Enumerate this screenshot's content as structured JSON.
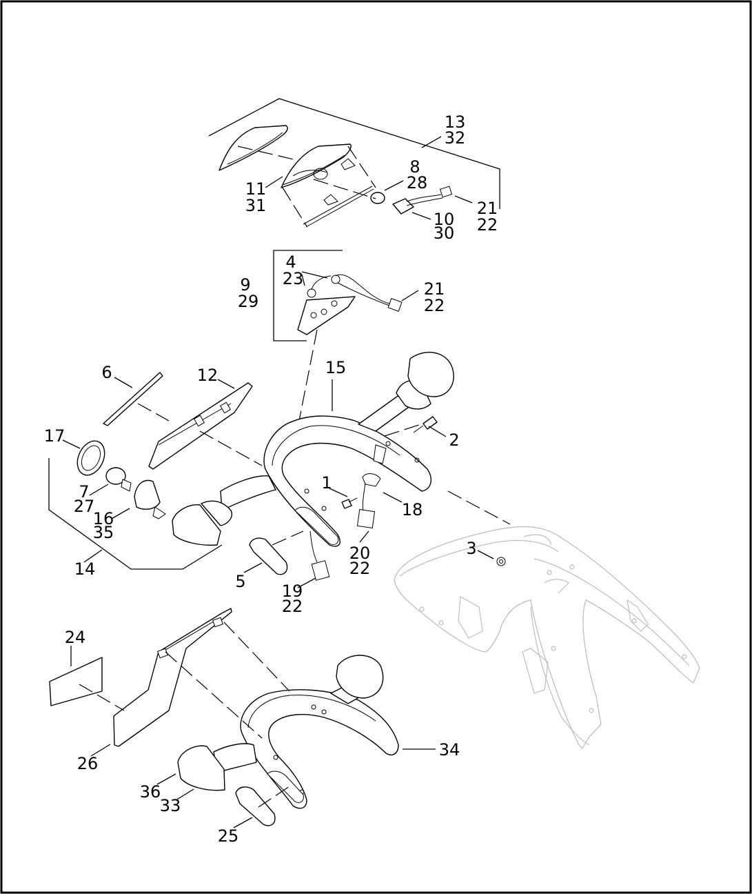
{
  "diagram": {
    "callouts": [
      {
        "id": "c-13-32",
        "lines": [
          "13",
          "32"
        ]
      },
      {
        "id": "c-8-28",
        "lines": [
          "8",
          "28"
        ]
      },
      {
        "id": "c-11-31",
        "lines": [
          "11",
          "31"
        ]
      },
      {
        "id": "c-21-22-top",
        "lines": [
          "21",
          "22"
        ]
      },
      {
        "id": "c-10-30",
        "lines": [
          "10",
          "30"
        ]
      },
      {
        "id": "c-4-23",
        "lines": [
          "4",
          "23"
        ]
      },
      {
        "id": "c-9-29",
        "lines": [
          "9",
          "29"
        ]
      },
      {
        "id": "c-21-22-mid",
        "lines": [
          "21",
          "22"
        ]
      },
      {
        "id": "c-6",
        "lines": [
          "6"
        ]
      },
      {
        "id": "c-12",
        "lines": [
          "12"
        ]
      },
      {
        "id": "c-15",
        "lines": [
          "15"
        ]
      },
      {
        "id": "c-17",
        "lines": [
          "17"
        ]
      },
      {
        "id": "c-2",
        "lines": [
          "2"
        ]
      },
      {
        "id": "c-1",
        "lines": [
          "1"
        ]
      },
      {
        "id": "c-7-27",
        "lines": [
          "7",
          "27"
        ]
      },
      {
        "id": "c-18",
        "lines": [
          "18"
        ]
      },
      {
        "id": "c-16-35",
        "lines": [
          "16",
          "35"
        ]
      },
      {
        "id": "c-3",
        "lines": [
          "3"
        ]
      },
      {
        "id": "c-20-22",
        "lines": [
          "20",
          "22"
        ]
      },
      {
        "id": "c-14",
        "lines": [
          "14"
        ]
      },
      {
        "id": "c-5",
        "lines": [
          "5"
        ]
      },
      {
        "id": "c-19-22",
        "lines": [
          "19",
          "22"
        ]
      },
      {
        "id": "c-24",
        "lines": [
          "24"
        ]
      },
      {
        "id": "c-34",
        "lines": [
          "34"
        ]
      },
      {
        "id": "c-26",
        "lines": [
          "26"
        ]
      },
      {
        "id": "c-36",
        "lines": [
          "36"
        ]
      },
      {
        "id": "c-33",
        "lines": [
          "33"
        ]
      },
      {
        "id": "c-25",
        "lines": [
          "25"
        ]
      }
    ]
  }
}
